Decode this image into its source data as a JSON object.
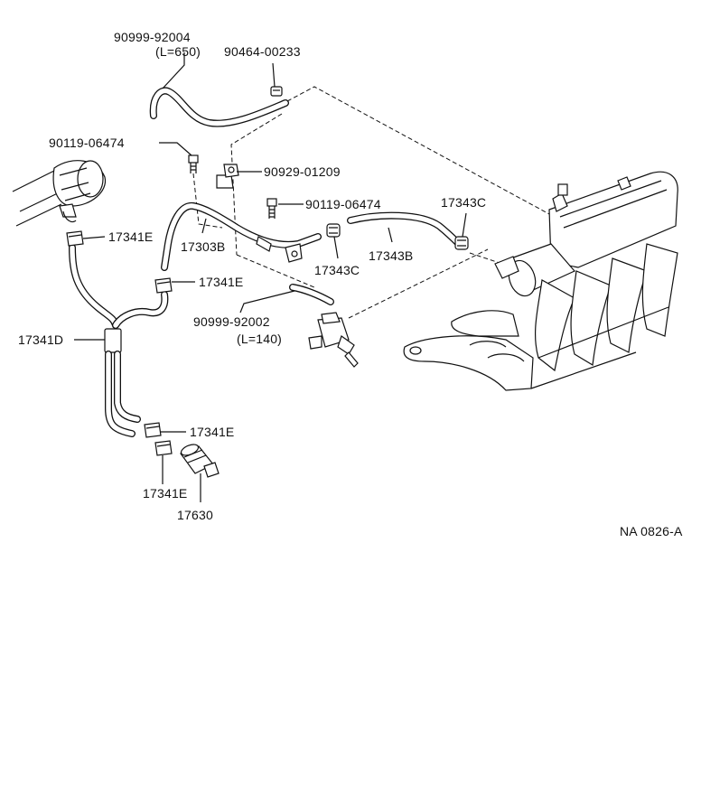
{
  "labels": {
    "hose_650_part": "90999-92004",
    "hose_650_length": "(L=650)",
    "clip_00233": "90464-00233",
    "bolt_upper": "90119-06474",
    "bracket_01209": "90929-01209",
    "bolt_middle": "90119-06474",
    "clamp_17343c_right": "17343C",
    "clamp_17341e_top": "17341E",
    "tube_17303b": "17303B",
    "hose_17343b": "17343B",
    "clamp_17343c_mid": "17343C",
    "clamp_17341e_second": "17341E",
    "hose_140_part": "90999-92002",
    "hose_140_length": "(L=140)",
    "hose_17341d": "17341D",
    "clamp_17341e_lower": "17341E",
    "clamp_17341e_bottom": "17341E",
    "valve_17630": "17630",
    "figure_code": "NA 0826-A"
  }
}
